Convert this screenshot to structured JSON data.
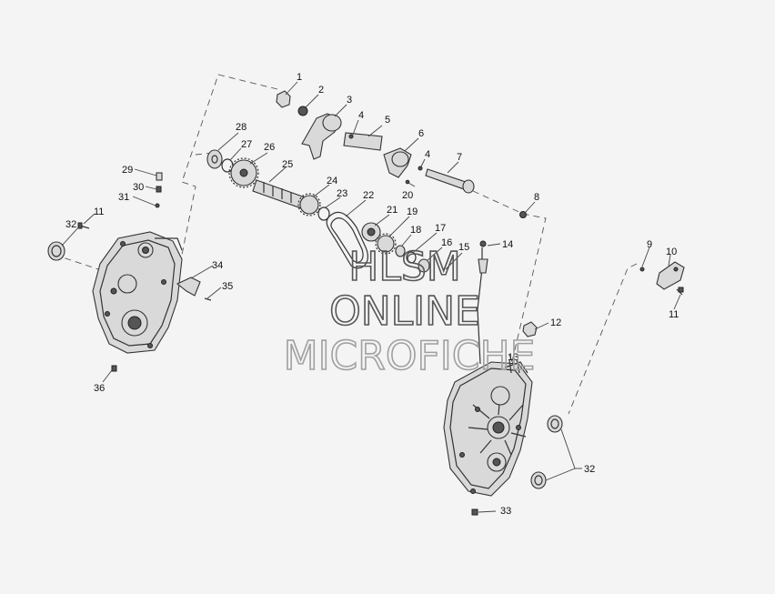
{
  "callouts": [
    "1",
    "2",
    "3",
    "4",
    "5",
    "6",
    "4",
    "7",
    "8",
    "28",
    "27",
    "26",
    "25",
    "24",
    "23",
    "22",
    "21",
    "19",
    "18",
    "17",
    "16",
    "15",
    "14",
    "20",
    "29",
    "30",
    "31",
    "11",
    "32",
    "34",
    "35",
    "36",
    "9",
    "10",
    "11",
    "12",
    "13",
    "32",
    "33"
  ],
  "watermark": {
    "line1": "HLSM",
    "line2": "ONLINE",
    "line3": "MICROFICHE"
  },
  "colors": {
    "background": "#f4f4f4",
    "ink": "#333333",
    "watermark": "#9a9a9a"
  }
}
